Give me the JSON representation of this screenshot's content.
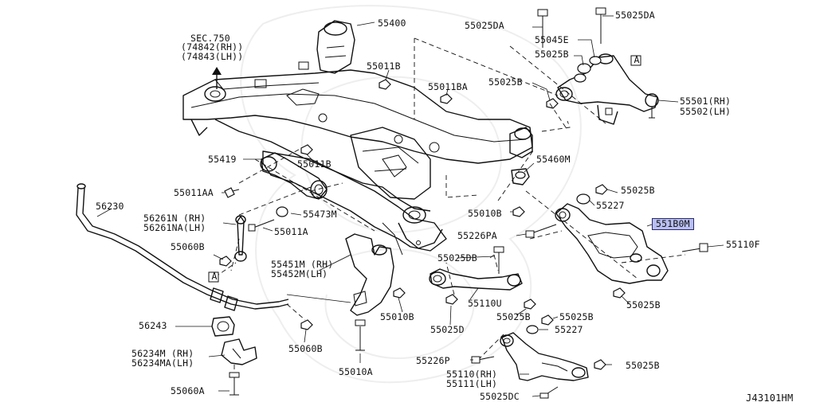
{
  "labels": {
    "sec750": "SEC.750",
    "sec_rh": "74842(RH)",
    "sec_lh": "74843(LH)",
    "p55400": "55400",
    "p55011b_top": "55011B",
    "p55011ba": "55011BA",
    "p55419": "55419",
    "p55011b_mid": "55011B",
    "p55011aa": "55011AA",
    "p56230": "56230",
    "p56261n": "56261N (RH)",
    "p56261na": "56261NA(LH)",
    "p55011a": "55011A",
    "p55473m": "55473M",
    "p55060b_left": "55060B",
    "ref_a_left": "A",
    "p55451m": "55451M (RH)",
    "p55452m": "55452M(LH)",
    "p55010b_bottom": "55010B",
    "p56243": "56243",
    "p55060b_bottom": "55060B",
    "p56234m": "56234M (RH)",
    "p56234ma": "56234MA(LH)",
    "p55010a": "55010A",
    "p55060a": "55060A",
    "p55025da_1": "55025DA",
    "p55025da_2": "55025DA",
    "p55045e": "55045E",
    "p55025b_1": "55025B",
    "ref_a_right": "A",
    "p55025b_2": "55025B",
    "p55501": "55501(RH)",
    "p55502": "55502(LH)",
    "p55460m": "55460M",
    "p55025b_3": "55025B",
    "p55227_1": "55227",
    "p55010b_mid": "55010B",
    "p551b0m": "551B0M",
    "p55226pa": "55226PA",
    "p55110f": "55110F",
    "p55025db": "55025DB",
    "p55110u": "55110U",
    "p55025b_4": "55025B",
    "p55025b_5": "55025B",
    "p55025d": "55025D",
    "p55227_2": "55227",
    "p55226p": "55226P",
    "p55110": "55110(RH)",
    "p55111": "55111(LH)",
    "p55025b_6": "55025B",
    "p55025dc": "55025DC",
    "diagram_code": "J43101HM"
  },
  "highlight_color": "#b9bff0"
}
